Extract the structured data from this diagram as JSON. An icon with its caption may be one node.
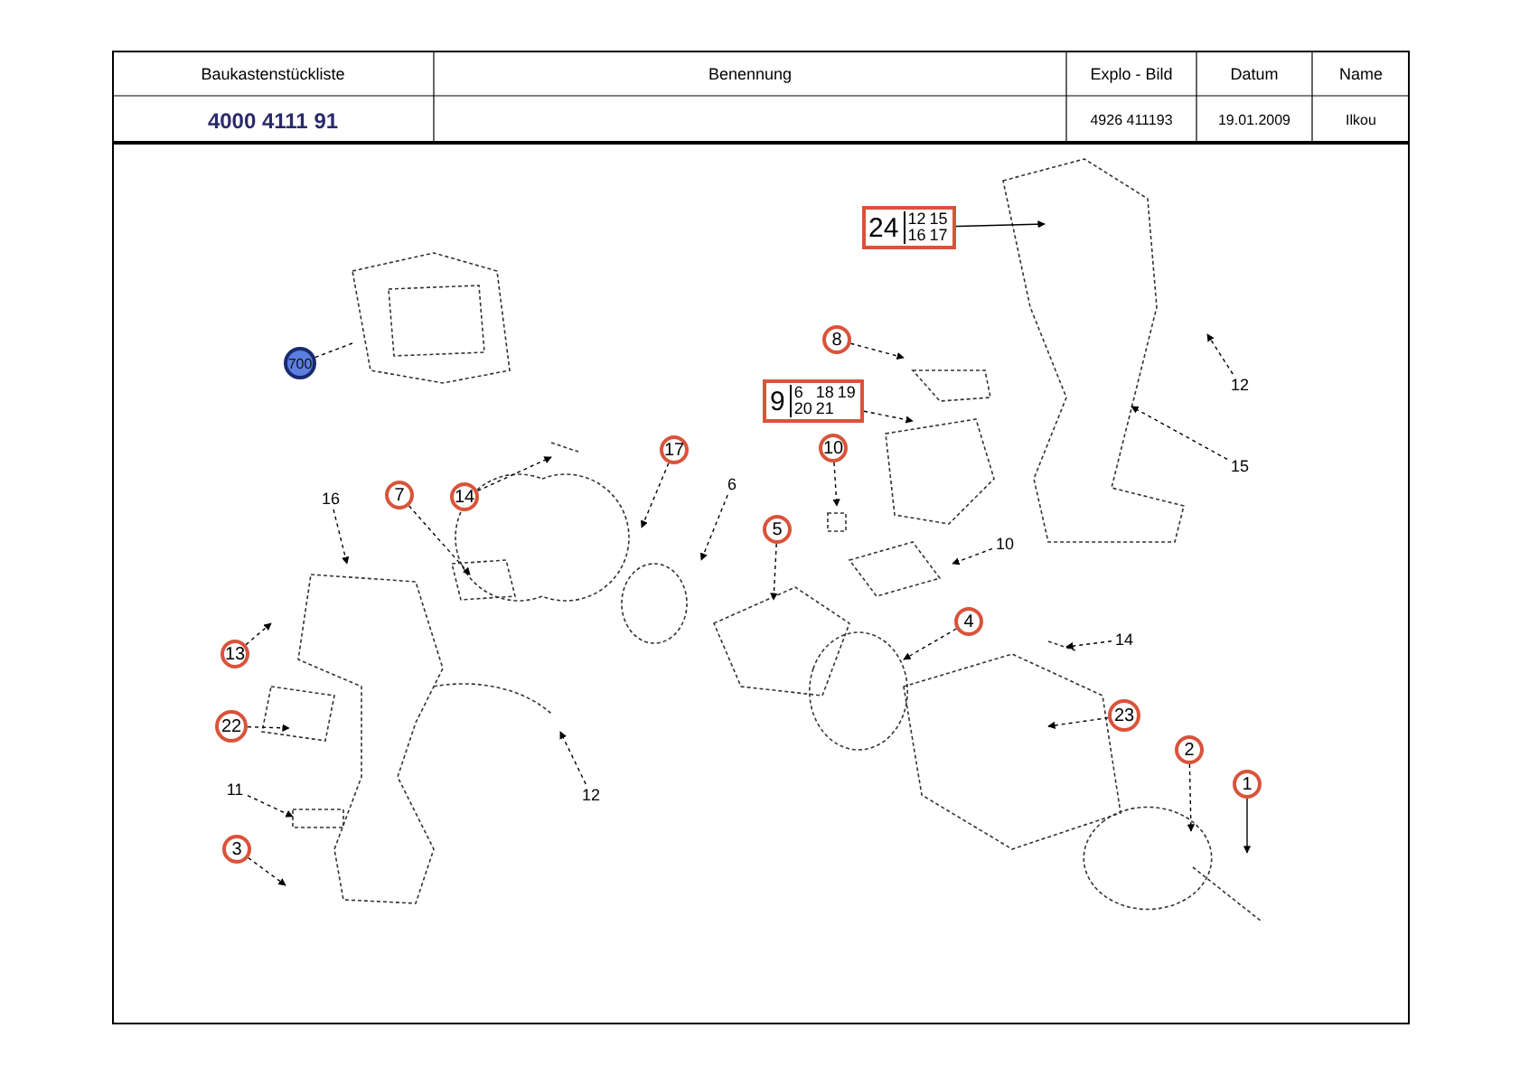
{
  "diagram": {
    "nodes": [
      {
        "text": [
          "24",
          "12",
          "15",
          "16",
          "17"
        ]
      },
      {
        "text": [
          "700"
        ]
      },
      {
        "text": [
          "8"
        ]
      },
      {
        "text": [
          "12"
        ]
      },
      {
        "text": [
          "9",
          "6",
          "18",
          "19",
          "20",
          "21"
        ]
      },
      {
        "text": [
          "15"
        ]
      },
      {
        "text": [
          "10"
        ]
      },
      {
        "text": [
          "16"
        ]
      },
      {
        "text": [
          "7"
        ]
      },
      {
        "text": [
          "14"
        ]
      },
      {
        "text": [
          "17"
        ]
      },
      {
        "text": [
          "6"
        ]
      },
      {
        "text": [
          "5"
        ]
      },
      {
        "text": [
          "10"
        ]
      },
      {
        "text": [
          "13"
        ]
      },
      {
        "text": [
          "4"
        ]
      },
      {
        "text": [
          "14"
        ]
      },
      {
        "text": [
          "22"
        ]
      },
      {
        "text": [
          "12"
        ]
      },
      {
        "text": [
          "23"
        ]
      },
      {
        "text": [
          "2"
        ]
      },
      {
        "text": [
          "11"
        ]
      },
      {
        "text": [
          "1"
        ]
      },
      {
        "text": [
          "3"
        ]
      }
    ],
    "edges": [
      {
        "from": 0,
        "to": null,
        "arrow": "to"
      },
      {
        "from": 1,
        "to": null,
        "arrow": "none",
        "style": "dashed"
      },
      {
        "from": 2,
        "to": null,
        "arrow": "to",
        "style": "dashed"
      },
      {
        "from": 3,
        "to": null,
        "arrow": "to",
        "style": "dashed"
      },
      {
        "from": 4,
        "to": null,
        "arrow": "to",
        "style": "dashed"
      },
      {
        "from": 5,
        "to": null,
        "arrow": "to",
        "style": "dashed"
      },
      {
        "from": 6,
        "to": null,
        "arrow": "to",
        "style": "dashed"
      },
      {
        "from": 7,
        "to": null,
        "arrow": "to",
        "style": "dashed"
      },
      {
        "from": 8,
        "to": null,
        "arrow": "to",
        "style": "dashed"
      },
      {
        "from": 9,
        "to": null,
        "arrow": "to",
        "style": "dashed"
      },
      {
        "from": 10,
        "to": null,
        "arrow": "to",
        "style": "dashed"
      },
      {
        "from": 11,
        "to": null,
        "arrow": "to",
        "style": "dashed"
      },
      {
        "from": 12,
        "to": null,
        "arrow": "to",
        "style": "dashed"
      },
      {
        "from": 13,
        "to": null,
        "arrow": "to",
        "style": "dashed"
      },
      {
        "from": 14,
        "to": null,
        "arrow": "to",
        "style": "dashed"
      },
      {
        "from": 15,
        "to": null,
        "arrow": "to",
        "style": "dashed"
      },
      {
        "from": 16,
        "to": null,
        "arrow": "to",
        "style": "dashed"
      },
      {
        "from": 17,
        "to": null,
        "arrow": "to",
        "style": "dashed"
      },
      {
        "from": 18,
        "to": null,
        "arrow": "to",
        "style": "dashed"
      },
      {
        "from": 19,
        "to": null,
        "arrow": "to",
        "style": "dashed"
      },
      {
        "from": 20,
        "to": null,
        "arrow": "to",
        "style": "dashed"
      },
      {
        "from": 21,
        "to": null,
        "arrow": "to",
        "style": "dashed"
      },
      {
        "from": 22,
        "to": null,
        "arrow": "to"
      },
      {
        "from": 23,
        "to": null,
        "arrow": "to",
        "style": "dashed"
      }
    ],
    "labels": [
      "Baukastenstückliste",
      "Benennung",
      "Explo - Bild",
      "Datum",
      "Name",
      "4000 4111 91",
      "4926 411193",
      "19.01.2009",
      "Ilkou"
    ]
  }
}
